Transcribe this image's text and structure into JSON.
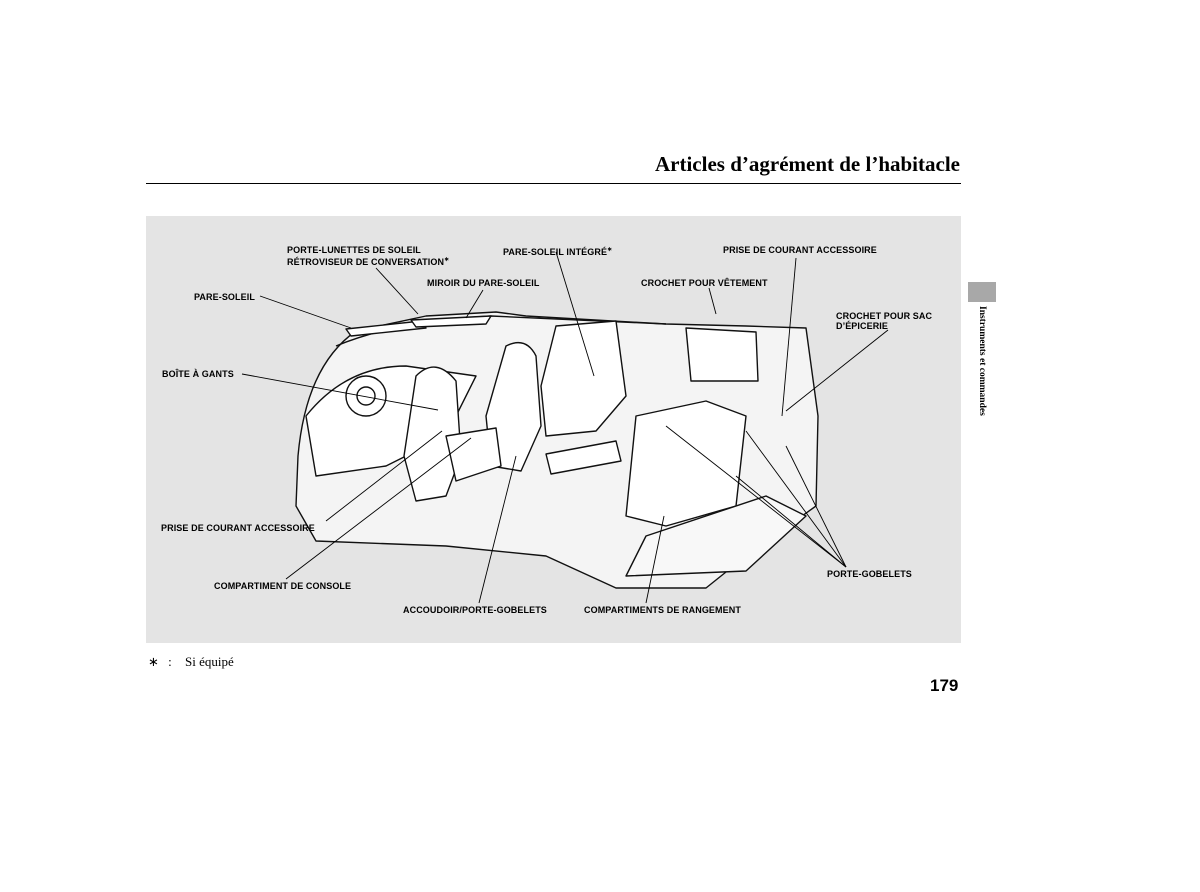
{
  "header": {
    "title": "Articles d’agrément de l’habitacle"
  },
  "side": {
    "section": "Instruments et commandes"
  },
  "figure": {
    "labels": {
      "sunglasses_line1": "PORTE-LUNETTES DE SOLEIL",
      "sunglasses_line2": "RÉTROVISEUR DE CONVERSATION",
      "visor_mirror": "MIROIR DU PARE-SOLEIL",
      "sunvisor": "PARE-SOLEIL",
      "integrated_sunshade": "PARE-SOLEIL INTÉGRÉ",
      "power_outlet_rear": "PRISE DE COURANT ACCESSOIRE",
      "coat_hook": "CROCHET POUR VÊTEMENT",
      "grocery_hook_line1": "CROCHET POUR SAC",
      "grocery_hook_line2": "D’ÉPICERIE",
      "glove_box": "BOÎTE À GANTS",
      "power_outlet_front": "PRISE DE COURANT ACCESSOIRE",
      "console": "COMPARTIMENT DE CONSOLE",
      "armrest": "ACCOUDOIR/PORTE-GOBELETS",
      "storage": "COMPARTIMENTS DE RANGEMENT",
      "cupholders": "PORTE-GOBELETS"
    },
    "asterisk": "∗"
  },
  "footnote": {
    "mark": "∗",
    "separator": ":",
    "text": "Si équipé"
  },
  "page_number": "179"
}
